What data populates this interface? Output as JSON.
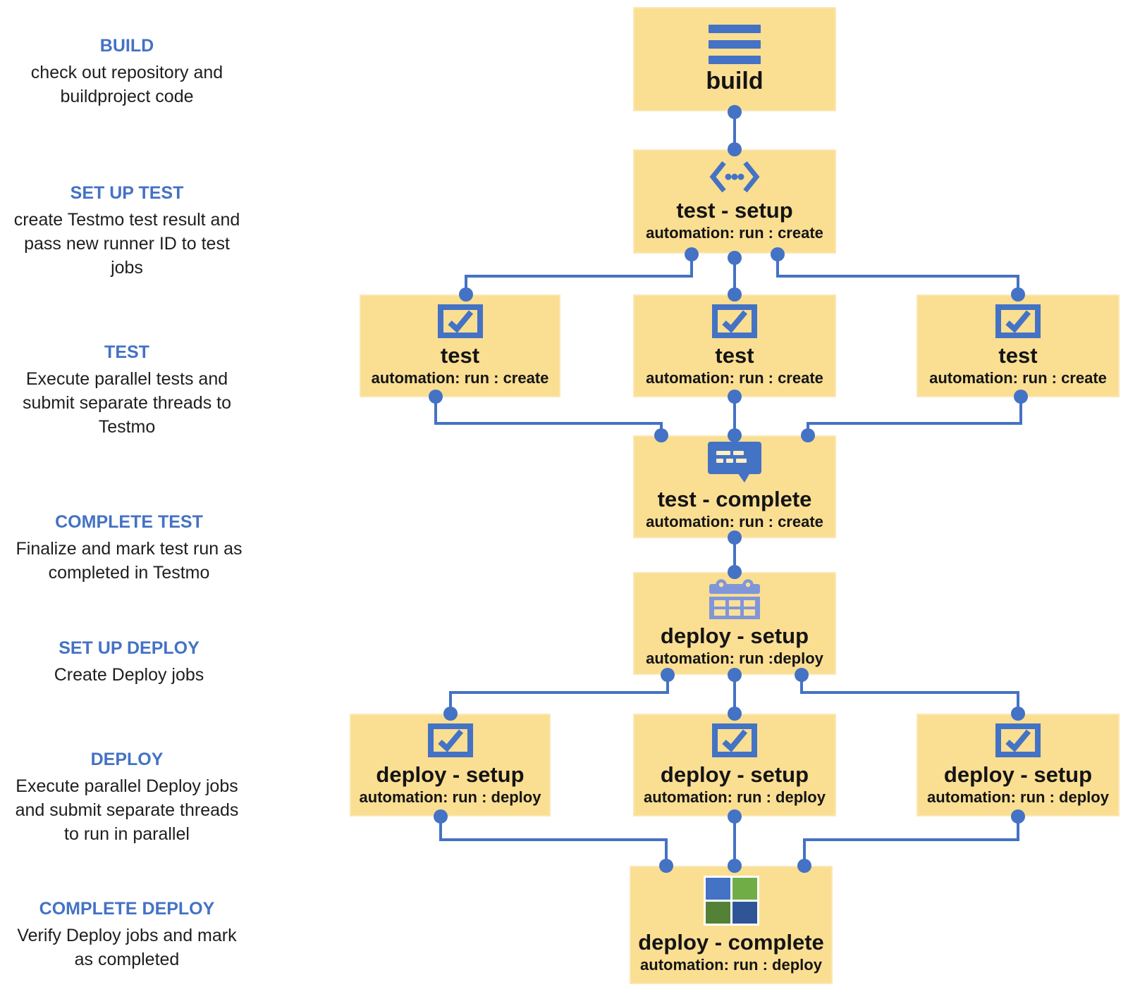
{
  "colors": {
    "accent_blue": "#4472C4",
    "box_fill": "#FADE92",
    "box_border": "#FBE7B4",
    "calendar_blue": "#8096D8",
    "grid_top_left_blue": "#4472C4",
    "grid_top_right_green": "#70AD47",
    "grid_bottom_left_green": "#538135",
    "grid_bottom_right_blue": "#2F5597",
    "label_blue": "#4472C4",
    "text_black": "#141414"
  },
  "stages": [
    {
      "heading": "BUILD",
      "description": "check out repository and buildproject code"
    },
    {
      "heading": "SET UP TEST",
      "description": "create Testmo test result and pass new runner ID to test jobs"
    },
    {
      "heading": "TEST",
      "description": "Execute parallel tests and submit separate threads to Testmo"
    },
    {
      "heading": "COMPLETE TEST",
      "description": "Finalize and mark test run as completed in Testmo"
    },
    {
      "heading": "SET UP DEPLOY",
      "description": "Create Deploy jobs"
    },
    {
      "heading": "DEPLOY",
      "description": "Execute parallel Deploy jobs  and submit separate threads to run in parallel"
    },
    {
      "heading": "COMPLETE DEPLOY",
      "description": "Verify Deploy jobs and mark as completed"
    }
  ],
  "nodes": {
    "build": {
      "title": "build"
    },
    "test_setup": {
      "title": "test - setup",
      "subtitle": "automation: run : create"
    },
    "test_a": {
      "title": "test",
      "subtitle": "automation: run : create"
    },
    "test_b": {
      "title": "test",
      "subtitle": "automation: run : create"
    },
    "test_c": {
      "title": "test",
      "subtitle": "automation: run : create"
    },
    "test_complete": {
      "title": "test - complete",
      "subtitle": "automation: run : create"
    },
    "deploy_setup": {
      "title": "deploy - setup",
      "subtitle": "automation: run :deploy"
    },
    "deploy_a": {
      "title": "deploy - setup",
      "subtitle": "automation: run : deploy"
    },
    "deploy_b": {
      "title": "deploy - setup",
      "subtitle": "automation: run : deploy"
    },
    "deploy_c": {
      "title": "deploy - setup",
      "subtitle": "automation: run : deploy"
    },
    "deploy_complete": {
      "title": "deploy - complete",
      "subtitle": "automation: run : deploy"
    }
  }
}
